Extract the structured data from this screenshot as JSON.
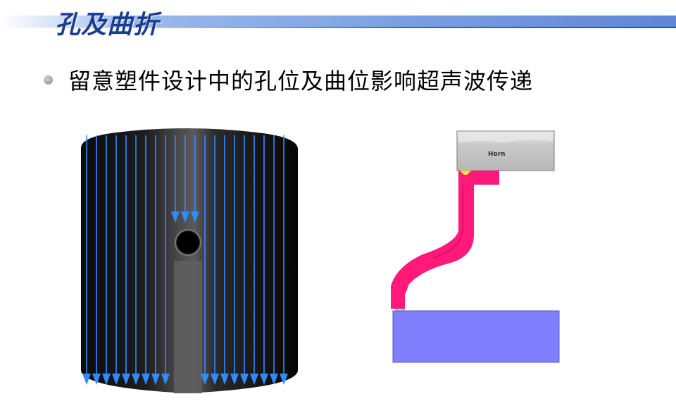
{
  "slide": {
    "title": "孔及曲折",
    "bullet": "留意塑件设计中的孔位及曲位影响超声波传递"
  },
  "diagram_right": {
    "horn_label": "Horn"
  },
  "colors": {
    "title": "#1a3d8f",
    "cylinder_dark": "#111111",
    "wave_lines": "#2f8cff",
    "part": "#ff1a7a",
    "base": "#8080ff",
    "horn": "#c8c8c8"
  }
}
